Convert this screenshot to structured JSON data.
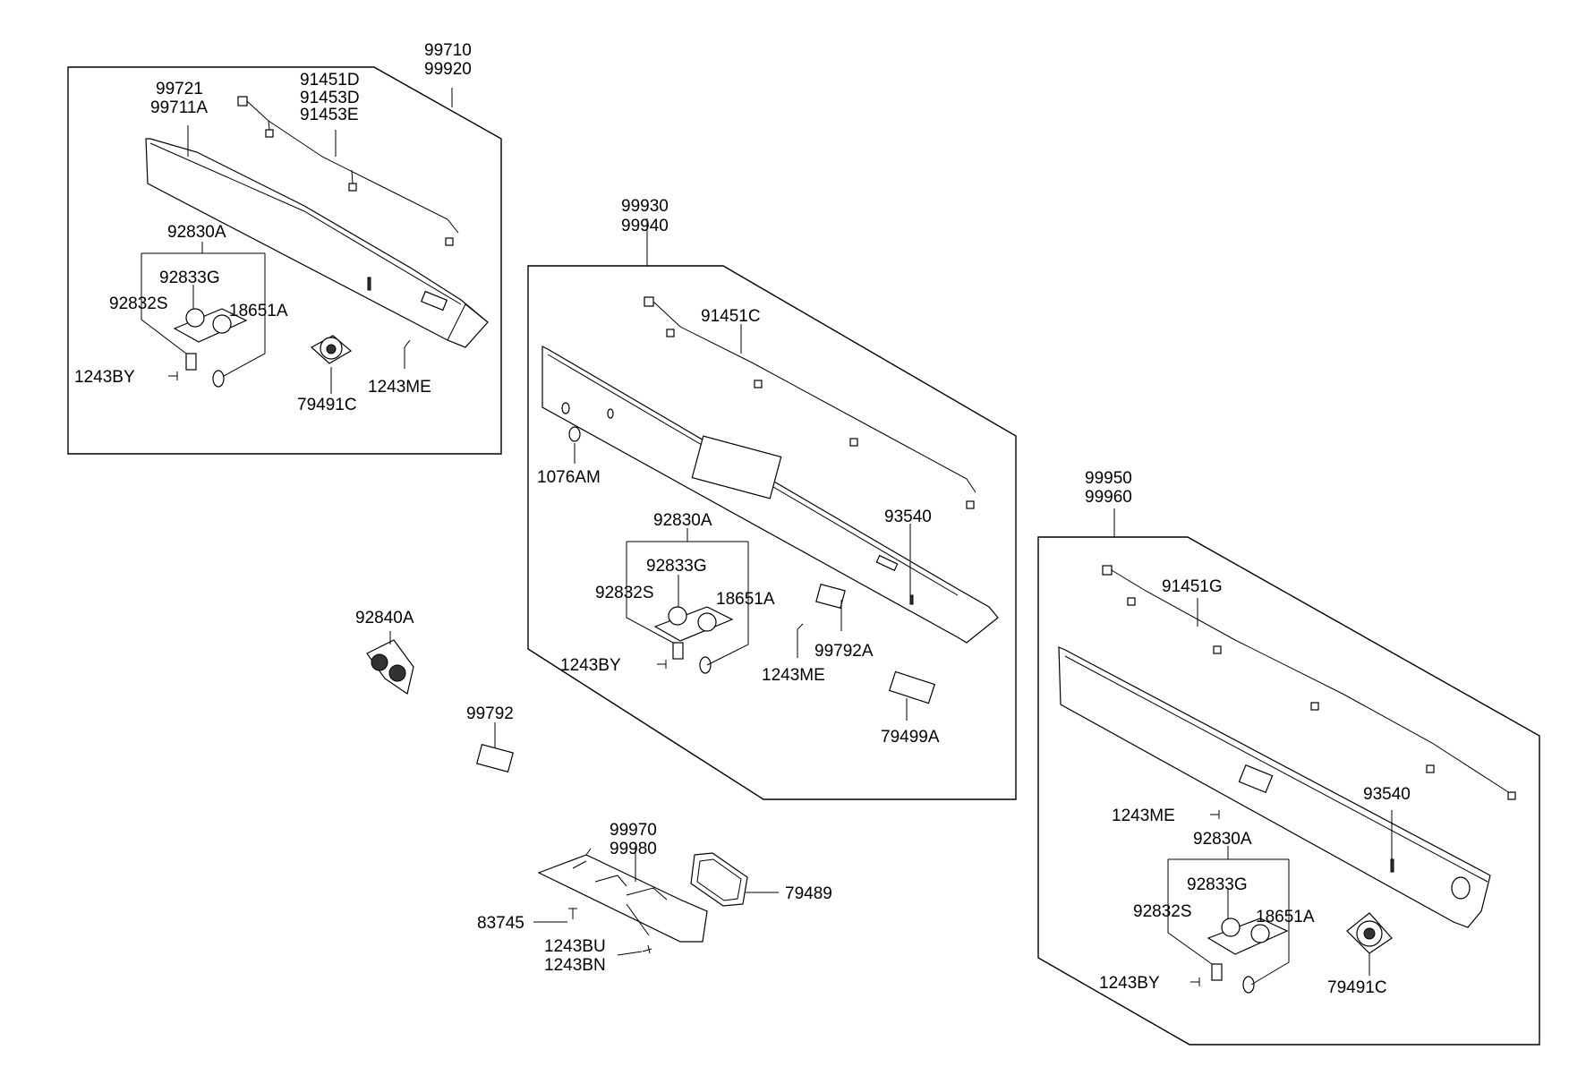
{
  "groups": {
    "g1": {
      "assy": [
        "99710",
        "99920"
      ],
      "trim": [
        "99721",
        "99711A"
      ],
      "harness": [
        "91451D",
        "91453D",
        "91453E"
      ],
      "lamp": "92830A",
      "lens": "92833G",
      "socket": "92832S",
      "bulb": "18651A",
      "screw": "1243BY",
      "speaker": "79491C",
      "clip": "1243ME"
    },
    "g2": {
      "assy": [
        "99930",
        "99940"
      ],
      "harness": "91451C",
      "plug": "1076AM",
      "cover": "93540",
      "lamp": "92830A",
      "lens": "92833G",
      "socket": "92832S",
      "bulb": "18651A",
      "screw": "1243BY",
      "clip": "1243ME",
      "vent": "99792A",
      "grille": "79499A"
    },
    "g3": {
      "assy": [
        "99950",
        "99960"
      ],
      "harness": "91451G",
      "cover": "93540",
      "clip": "1243ME",
      "lamp": "92830A",
      "lens": "92833G",
      "socket": "92832S",
      "bulb": "18651A",
      "screw": "1243BY",
      "speaker": "79491C"
    },
    "loose": {
      "switch": "92840A",
      "vent": "99792",
      "duct": [
        "99970",
        "99980"
      ],
      "bezel": "79489",
      "screw": "83745",
      "bolt": [
        "1243BU",
        "1243BN"
      ]
    }
  },
  "colors": {
    "line": "#000000",
    "background": "#ffffff"
  }
}
